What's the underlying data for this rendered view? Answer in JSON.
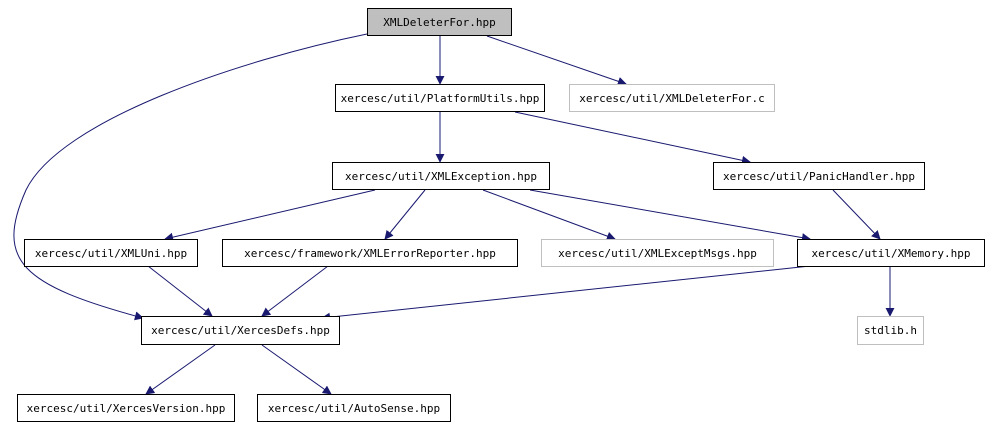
{
  "colors": {
    "edge": "#191970",
    "root_fill": "#bfbfbf",
    "node_border": "#000000",
    "external_border": "#bfbfbf"
  },
  "nodes": {
    "root": {
      "label": "XMLDeleterFor.hpp"
    },
    "platformutils": {
      "label": "xercesc/util/PlatformUtils.hpp"
    },
    "xmldeleterfor_c": {
      "label": "xercesc/util/XMLDeleterFor.c"
    },
    "xmlexception": {
      "label": "xercesc/util/XMLException.hpp"
    },
    "panichandler": {
      "label": "xercesc/util/PanicHandler.hpp"
    },
    "xmluni": {
      "label": "xercesc/util/XMLUni.hpp"
    },
    "xmlerrorreporter": {
      "label": "xercesc/framework/XMLErrorReporter.hpp"
    },
    "xmlexceptmsgs": {
      "label": "xercesc/util/XMLExceptMsgs.hpp"
    },
    "xmemory": {
      "label": "xercesc/util/XMemory.hpp"
    },
    "xercesdefs": {
      "label": "xercesc/util/XercesDefs.hpp"
    },
    "stdlib": {
      "label": "stdlib.h"
    },
    "xercesversion": {
      "label": "xercesc/util/XercesVersion.hpp"
    },
    "autosense": {
      "label": "xercesc/util/AutoSense.hpp"
    }
  }
}
